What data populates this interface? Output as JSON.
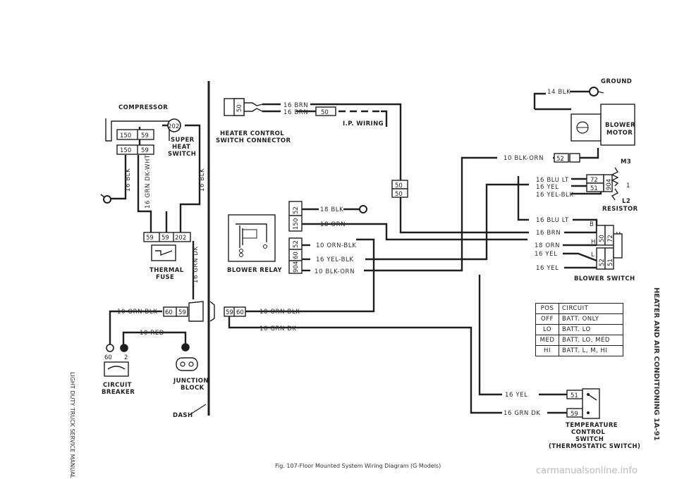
{
  "components": {
    "compressor": "COMPRESSOR",
    "super_heat_switch": [
      "SUPER",
      "HEAT",
      "SWITCH"
    ],
    "thermal_fuse": [
      "THERMAL",
      "FUSE"
    ],
    "circuit_breaker": [
      "CIRCUIT",
      "BREAKER"
    ],
    "junction_block": [
      "JUNCTION",
      "BLOCK"
    ],
    "dash": "DASH",
    "heater_control_switch_connector": [
      "HEATER CONTROL",
      "SWITCH CONNECTOR"
    ],
    "ip_wiring": "I.P. WIRING",
    "blower_relay": "BLOWER RELAY",
    "ground": "GROUND",
    "blower_motor": [
      "BLOWER",
      "MOTOR"
    ],
    "resistor": [
      "L2",
      "RESISTOR"
    ],
    "m3": "M3",
    "blower_switch": "BLOWER SWITCH",
    "temperature_control_switch": [
      "TEMPERATURE",
      "CONTROL",
      "SWITCH",
      "(THERMOSTATIC SWITCH)"
    ]
  },
  "wires": {
    "w16_brn_a": "16 BRN",
    "w16_brn_b": "16 BRN",
    "w14_blk": "14 BLK",
    "w10_blk_orn_top": "10 BLK-ORN",
    "w16_blu_lt_a": "16 BLU LT",
    "w16_yel_a": "16 YEL",
    "w16_yel_blk": "16 YEL-BLK",
    "w16_blu_lt_b": "16 BLU LT",
    "w16_brn_c": "16 BRN",
    "w18_orn_b": "18 ORN",
    "w16_yel_b": "16 YEL",
    "w16_yel_c": "16 YEL",
    "w18_blk": "18 BLK",
    "w18_orn_a": "18 ORN",
    "w10_orn_blk_relay": "10 ORN-BLK",
    "w16_yel_blk_relay": "16 YEL-BLK",
    "w10_blk_orn_relay": "10 BLK-ORN",
    "w10_orn_blk_dash_left": "10 ORN-BLK",
    "w10_orn_blk_dash_right": "10 ORN-BLK",
    "w10_red": "10 RED",
    "w16_grn_dk_dash": "16 GRN DK",
    "w16_yel_temp": "16 YEL",
    "w16_grn_dk_temp": "16 GRN DK",
    "w16_blk_left": "16 BLK",
    "w16_grn_dk_wht": "16 GRN DK-WHT",
    "w16_blk_right": "16 BLK",
    "w16_grn_dk_vertical": "16 GRN DK"
  },
  "terminals": {
    "compressor_a": "150",
    "compressor_b": "59",
    "lower_a": "150",
    "lower_b": "59",
    "super_heat": "202",
    "fuse_a": "59",
    "fuse_b": "59",
    "fuse_c": "202",
    "dash_left_a": "60",
    "dash_left_b": "59",
    "dash_right_a": "59",
    "dash_right_b": "60",
    "cb_a": "60",
    "cb_b": "2",
    "heater_conn": "50",
    "ip_50": "50",
    "vert_50_a": "50",
    "vert_50_b": "50",
    "relay_upper_a": "52",
    "relay_upper_b": "150",
    "relay_lower_a": "52",
    "relay_lower_b": "60",
    "relay_lower_c": "904",
    "ground_52": "52",
    "blower_sw_top_a": "72",
    "blower_sw_top_b": "51",
    "blower_sw_top_c": "904",
    "blower_sw_mid_a": "50",
    "blower_sw_mid_b": "72",
    "blower_sw_left_a": "52",
    "blower_sw_left_b": "51",
    "blower_sw_b": "B",
    "blower_sw_h": "H",
    "blower_sw_m": "M",
    "blower_sw_l": "L",
    "resistor_1": "1",
    "temp_51": "51",
    "temp_59": "59"
  },
  "table": {
    "headers": [
      "POS",
      "CIRCUIT"
    ],
    "rows": [
      [
        "OFF",
        "BATT. ONLY"
      ],
      [
        "LO",
        "BATT. LO"
      ],
      [
        "MED",
        "BATT. LO, MED"
      ],
      [
        "HI",
        "BATT. L, M, HI"
      ]
    ]
  },
  "caption": "Fig. 107-Floor Mounted System Wiring Diagram (G Models)",
  "side_right": "HEATER AND AIR CONDITIONING  1A-91",
  "side_left": "LIGHT DUTY TRUCK SERVICE MANUAL",
  "watermark": "carmanualsonline.info"
}
